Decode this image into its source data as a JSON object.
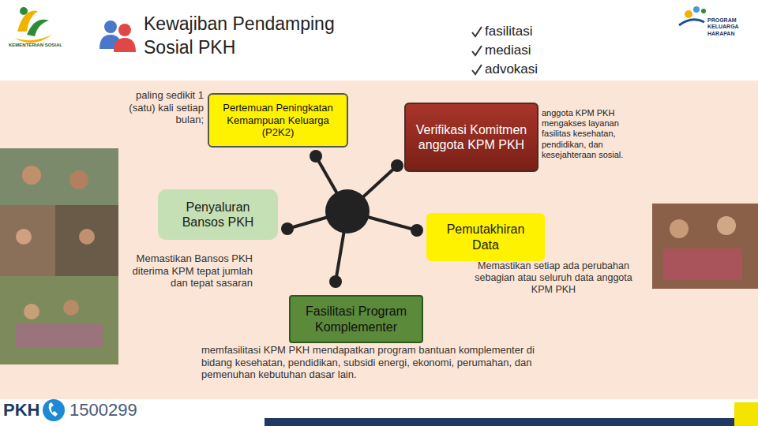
{
  "diagram": {
    "title": "Kewajiban Pendamping Sosial PKH",
    "nodes": [
      {
        "text": [
          "Pertemuan Peningkatan Kemampuan Keluarga (P2K2)"
        ]
      },
      {
        "text": [
          "Verifikasi Komitmen anggota KPM PKH"
        ]
      },
      {
        "text": [
          "Penyaluran Bansos PKH"
        ]
      },
      {
        "text": [
          "Pemutakhiran Data"
        ]
      },
      {
        "text": [
          "Fasilitasi Program Komplementer"
        ]
      }
    ],
    "labels": [
      "KEMENTERIAN SOSIAL",
      "paling sedikit 1 (satu) kali setiap bulan;",
      "fasilitasi",
      "mediasi",
      "advokasi",
      "PROGRAM KELUARGA HARAPAN",
      "anggota KPM PKH mengakses layanan fasilitas kesehatan, pendidikan, dan kesejahteraan sosial.",
      "Memastikan Bansos PKH diterima KPM tepat jumlah dan tepat sasaran",
      "Memastikan setiap ada perubahan sebagian atau seluruh data anggota KPM PKH",
      "memfasilitasi KPM PKH mendapatkan program bantuan komplementer di bidang kesehatan, pendidikan, subsidi energi, ekonomi, perumahan, dan pemenuhan kebutuhan dasar lain.",
      "PKH",
      "1500299"
    ]
  }
}
